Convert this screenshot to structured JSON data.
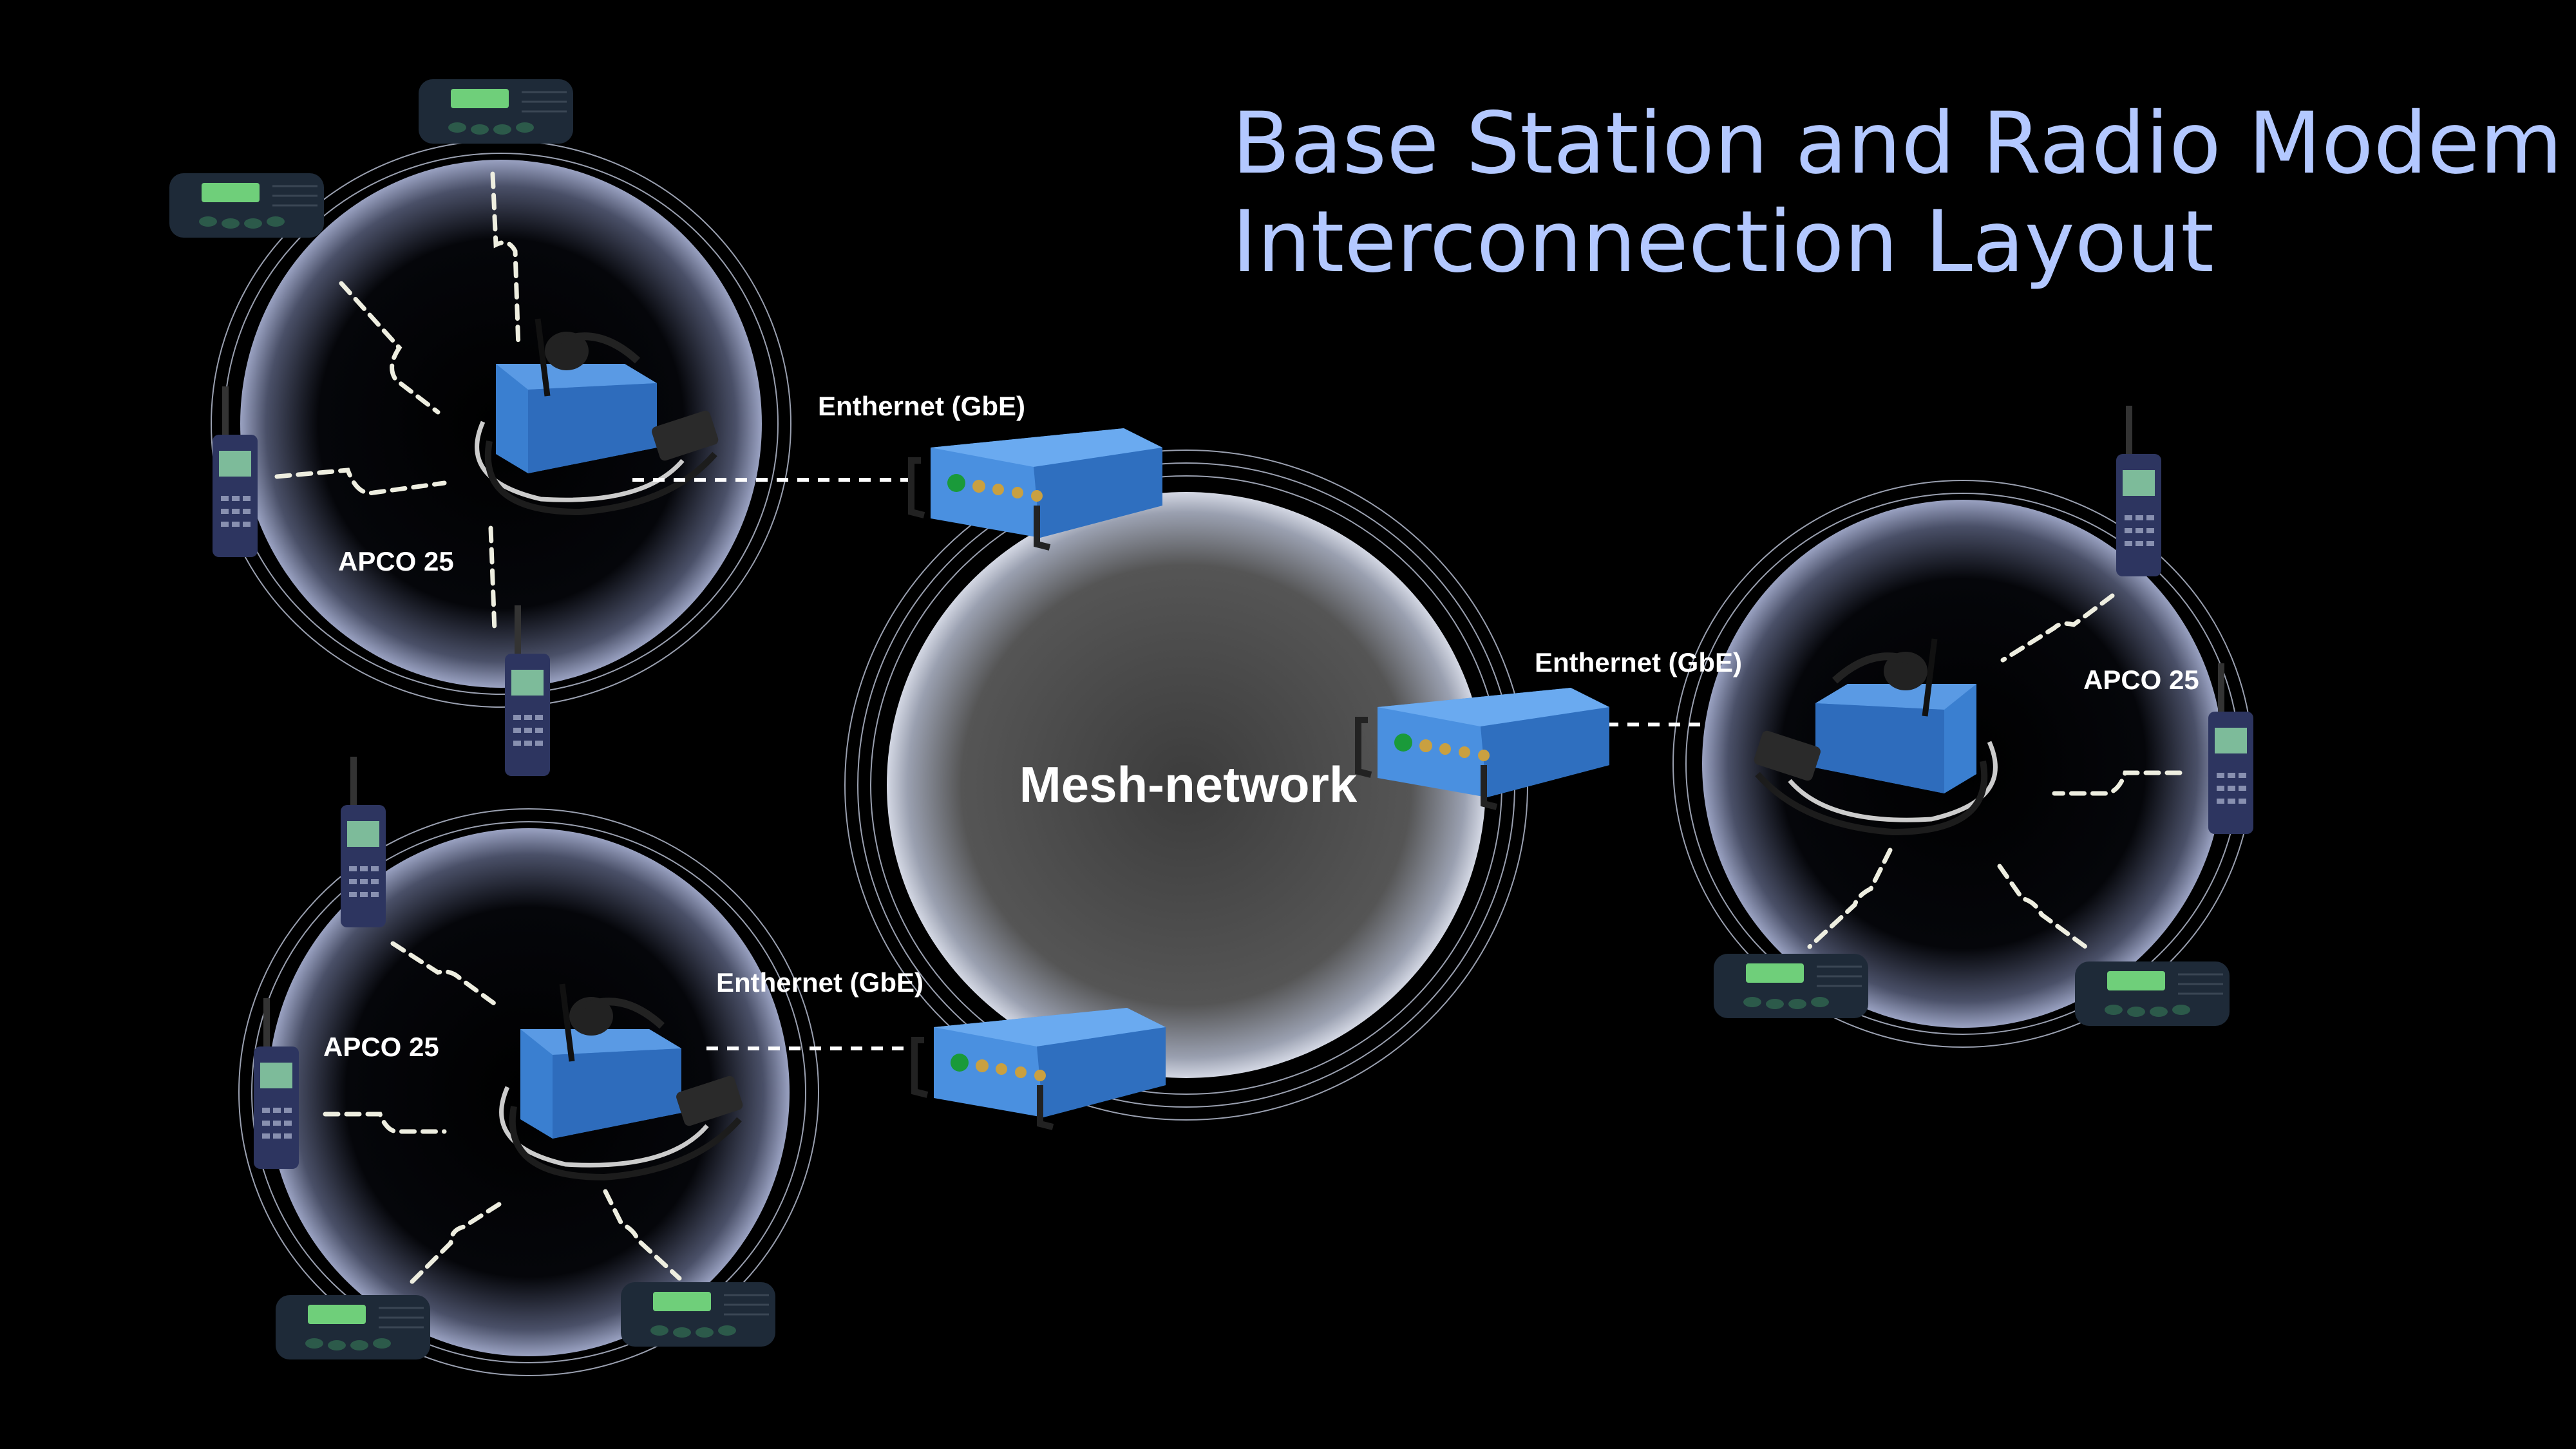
{
  "title": {
    "line1": "Base Station and Radio Modem",
    "line2": "Interconnection Layout"
  },
  "mesh": {
    "label": "Mesh-network"
  },
  "clusters": [
    {
      "protocol_label": "APCO 25",
      "link_label": "Enthernet (GbE)"
    },
    {
      "protocol_label": "APCO 25",
      "link_label": "Enthernet (GbE)"
    },
    {
      "protocol_label": "APCO 25",
      "link_label": "Enthernet (GbE)"
    }
  ],
  "colors": {
    "title": "#b3c8ff",
    "device_blue": "#3a7fd0",
    "cluster_glow": "#8f97b8",
    "mesh_fill": "#4a4a4a"
  },
  "icons": [
    "base-station-icon",
    "radio-modem-icon",
    "handheld-radio-icon",
    "mobile-radio-icon"
  ]
}
